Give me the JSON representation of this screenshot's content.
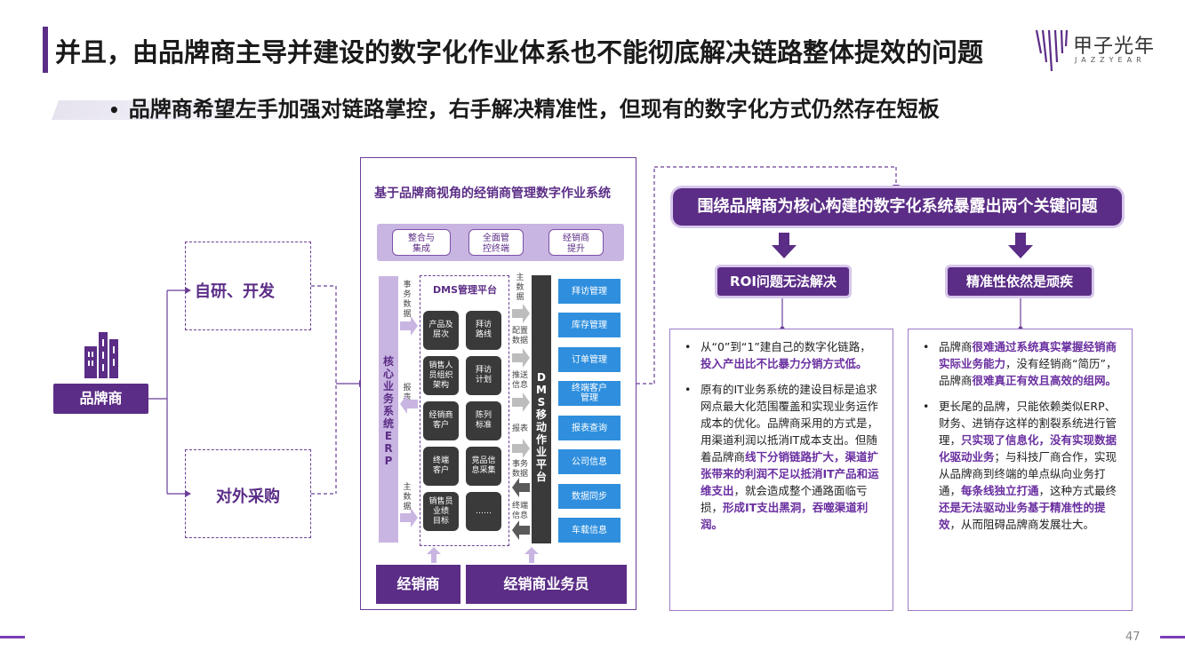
{
  "header": {
    "title": "并且，由品牌商主导并建设的数字化作业体系也不能彻底解决链路整体提效的问题",
    "subtitle": "品牌商希望左手加强对链路掌控，右手解决精准性，但现有的数字化方式仍然存在短板",
    "bullet": "•"
  },
  "logo": {
    "cn": "甲子光年",
    "en": "JAZZYEAR"
  },
  "left": {
    "brand_label": "品牌商",
    "box_top": "自研、开发",
    "box_bottom": "对外采购"
  },
  "system": {
    "title": "基于品牌商视角的经销商管理数字作业系统",
    "top_pills": [
      "整合与\n集成",
      "全面管\n控终端",
      "经销商\n提升"
    ],
    "erp_label": "核心业务系统ERP",
    "erp_flows_left": [
      "事务数据",
      "报表",
      "主数据"
    ],
    "dms_title": "DMS管理平台",
    "dms_boxes": [
      "产品及\n层次",
      "拜访\n路线",
      "销售人\n员组织\n架构",
      "拜访\n计划",
      "经销商\n客户",
      "陈列\n标准",
      "终端\n客户",
      "竞品信\n息采集",
      "销售员\n业绩\n目标",
      "……"
    ],
    "mid_flows": [
      "主\n数\n据",
      "配置\n数据",
      "推送\n信息",
      "报表",
      "事务\n数据",
      "终端\n信息"
    ],
    "mobile_label": "DMS移动作业平台",
    "modules": [
      "拜访管理",
      "库存管理",
      "订单管理",
      "终端客户\n管理",
      "报表查询",
      "公司信息",
      "数据同步",
      "车载信息"
    ],
    "bottom_left": "经销商",
    "bottom_right": "经销商业务员"
  },
  "right": {
    "key_issue": "围绕品牌商为核心构建的数字化系统暴露出两个关键问题",
    "issue_left": "ROI问题无法解决",
    "issue_right": "精准性依然是顽疾",
    "left_points": [
      [
        {
          "t": "从“0”到“1”建自己的数字化链路，",
          "h": false
        },
        {
          "t": "投入产出比不比暴力分销方式低。",
          "h": true
        }
      ],
      [
        {
          "t": "原有的IT业务系统的建设目标是追求网点最大化范围覆盖和实现业务运作成本的优化。品牌商采用的方式是，用渠道利润以抵消IT成本支出。但随着品牌商",
          "h": false
        },
        {
          "t": "线下分销链路扩大，渠道扩张带来的利润不足以抵消IT产品和运维支出",
          "h": true
        },
        {
          "t": "，就会造成整个通路面临亏损，",
          "h": false
        },
        {
          "t": "形成IT支出黑洞，吞噬渠道利润。",
          "h": true
        }
      ]
    ],
    "right_points": [
      [
        {
          "t": "品牌商",
          "h": false
        },
        {
          "t": "很难通过系统真实掌握经销商实际业务能力",
          "h": true
        },
        {
          "t": "，没有经销商“简历”，品牌商",
          "h": false
        },
        {
          "t": "很难真正有效且高效的组网。",
          "h": true
        }
      ],
      [
        {
          "t": "更长尾的品牌，只能依赖类似ERP、财务、进销存这样的割裂系统进行管理，",
          "h": false
        },
        {
          "t": "只实现了信息化，没有实现数据化驱动业务",
          "h": true
        },
        {
          "t": "；与科技厂商合作，实现从品牌商到终端的单点纵向业务打通，",
          "h": false
        },
        {
          "t": "每条线独立打通",
          "h": true
        },
        {
          "t": "，这种方式最终",
          "h": false
        },
        {
          "t": "还是无法驱动业务基于精准性的提效",
          "h": true
        },
        {
          "t": "，从而阻碍品牌商发展壮大。",
          "h": false
        }
      ]
    ]
  },
  "page_number": "47",
  "colors": {
    "brand": "#5b2d86",
    "light": "#c9b5e2",
    "blue": "#2f8fde",
    "dark": "#3a3a3a"
  }
}
